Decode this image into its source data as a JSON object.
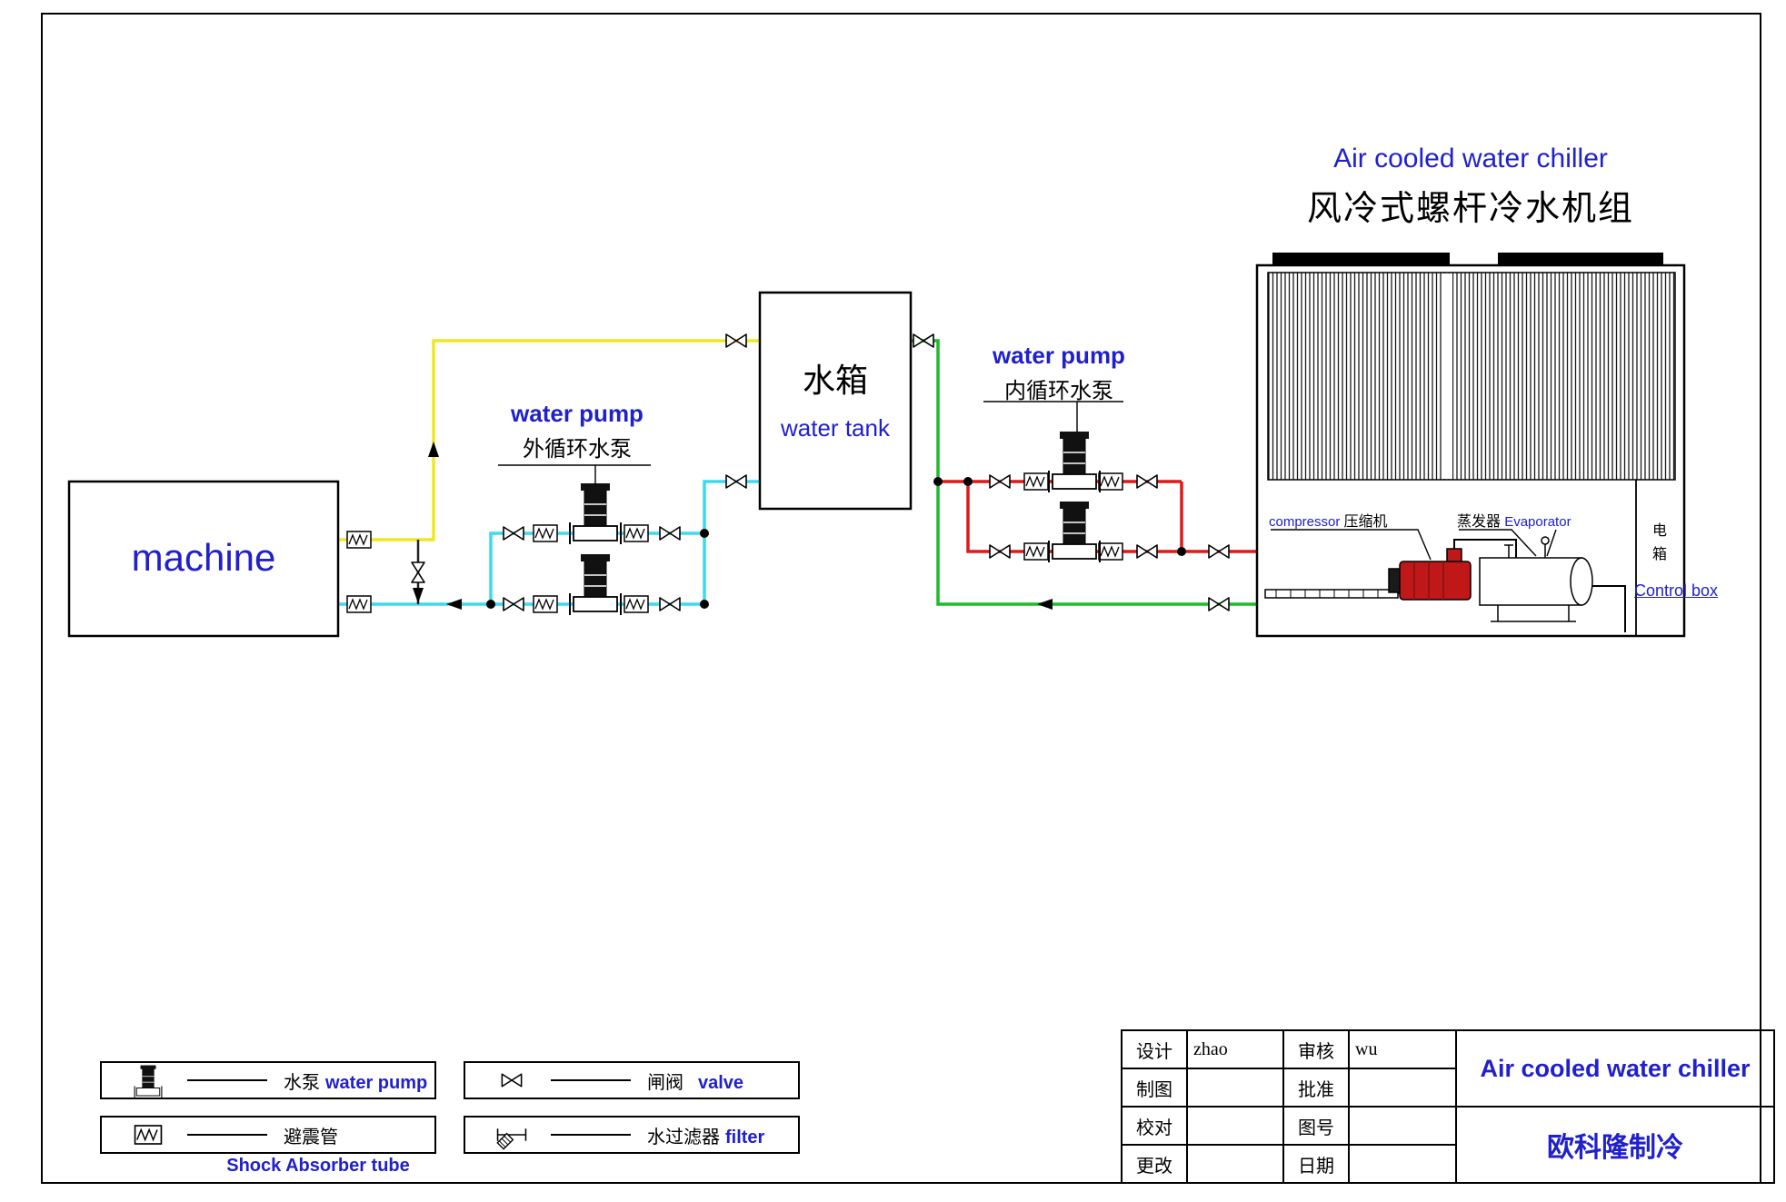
{
  "colors": {
    "accent_blue": "#2020cc",
    "pipe_yellow": "#efe820",
    "pipe_cyan": "#3fd9ef",
    "pipe_red": "#e01818",
    "pipe_green": "#1dbb2d"
  },
  "header": {
    "chiller_title_en": "Air cooled water chiller",
    "chiller_title_cn": "风冷式螺杆冷水机组"
  },
  "machine": {
    "label": "machine"
  },
  "tank": {
    "name_cn": "水箱",
    "name_en": "water tank"
  },
  "external_pump": {
    "label_en": "water pump",
    "label_cn": "外循环水泵"
  },
  "internal_pump": {
    "label_en": "water pump",
    "label_cn": "内循环水泵"
  },
  "chiller": {
    "compressor_en": "compressor",
    "compressor_cn": "压缩机",
    "evaporator_cn": "蒸发器",
    "evaporator_en": "Evaporator",
    "control_box_cn": "电箱",
    "control_box_en": "Control box"
  },
  "legend": {
    "items": [
      {
        "icon": "pump-icon",
        "label_cn": "水泵",
        "label_en": "water pump"
      },
      {
        "icon": "shock-absorber-icon",
        "label_cn": "避震管",
        "label_en": ""
      },
      {
        "icon": "valve-icon",
        "label_cn": "闸阀",
        "label_en": "valve"
      },
      {
        "icon": "filter-icon",
        "label_cn": "水过滤器",
        "label_en": "filter"
      }
    ],
    "shock_absorber_note": "Shock Absorber tube"
  },
  "title_block": {
    "rows": [
      {
        "l1": "设计",
        "v1": "zhao",
        "l2": "审核",
        "v2": "wu"
      },
      {
        "l1": "制图",
        "v1": "",
        "l2": "批准",
        "v2": ""
      },
      {
        "l1": "校对",
        "v1": "",
        "l2": "图号",
        "v2": ""
      },
      {
        "l1": "更改",
        "v1": "",
        "l2": "日期",
        "v2": ""
      }
    ],
    "product": "Air cooled water chiller",
    "company": "欧科隆制冷"
  }
}
